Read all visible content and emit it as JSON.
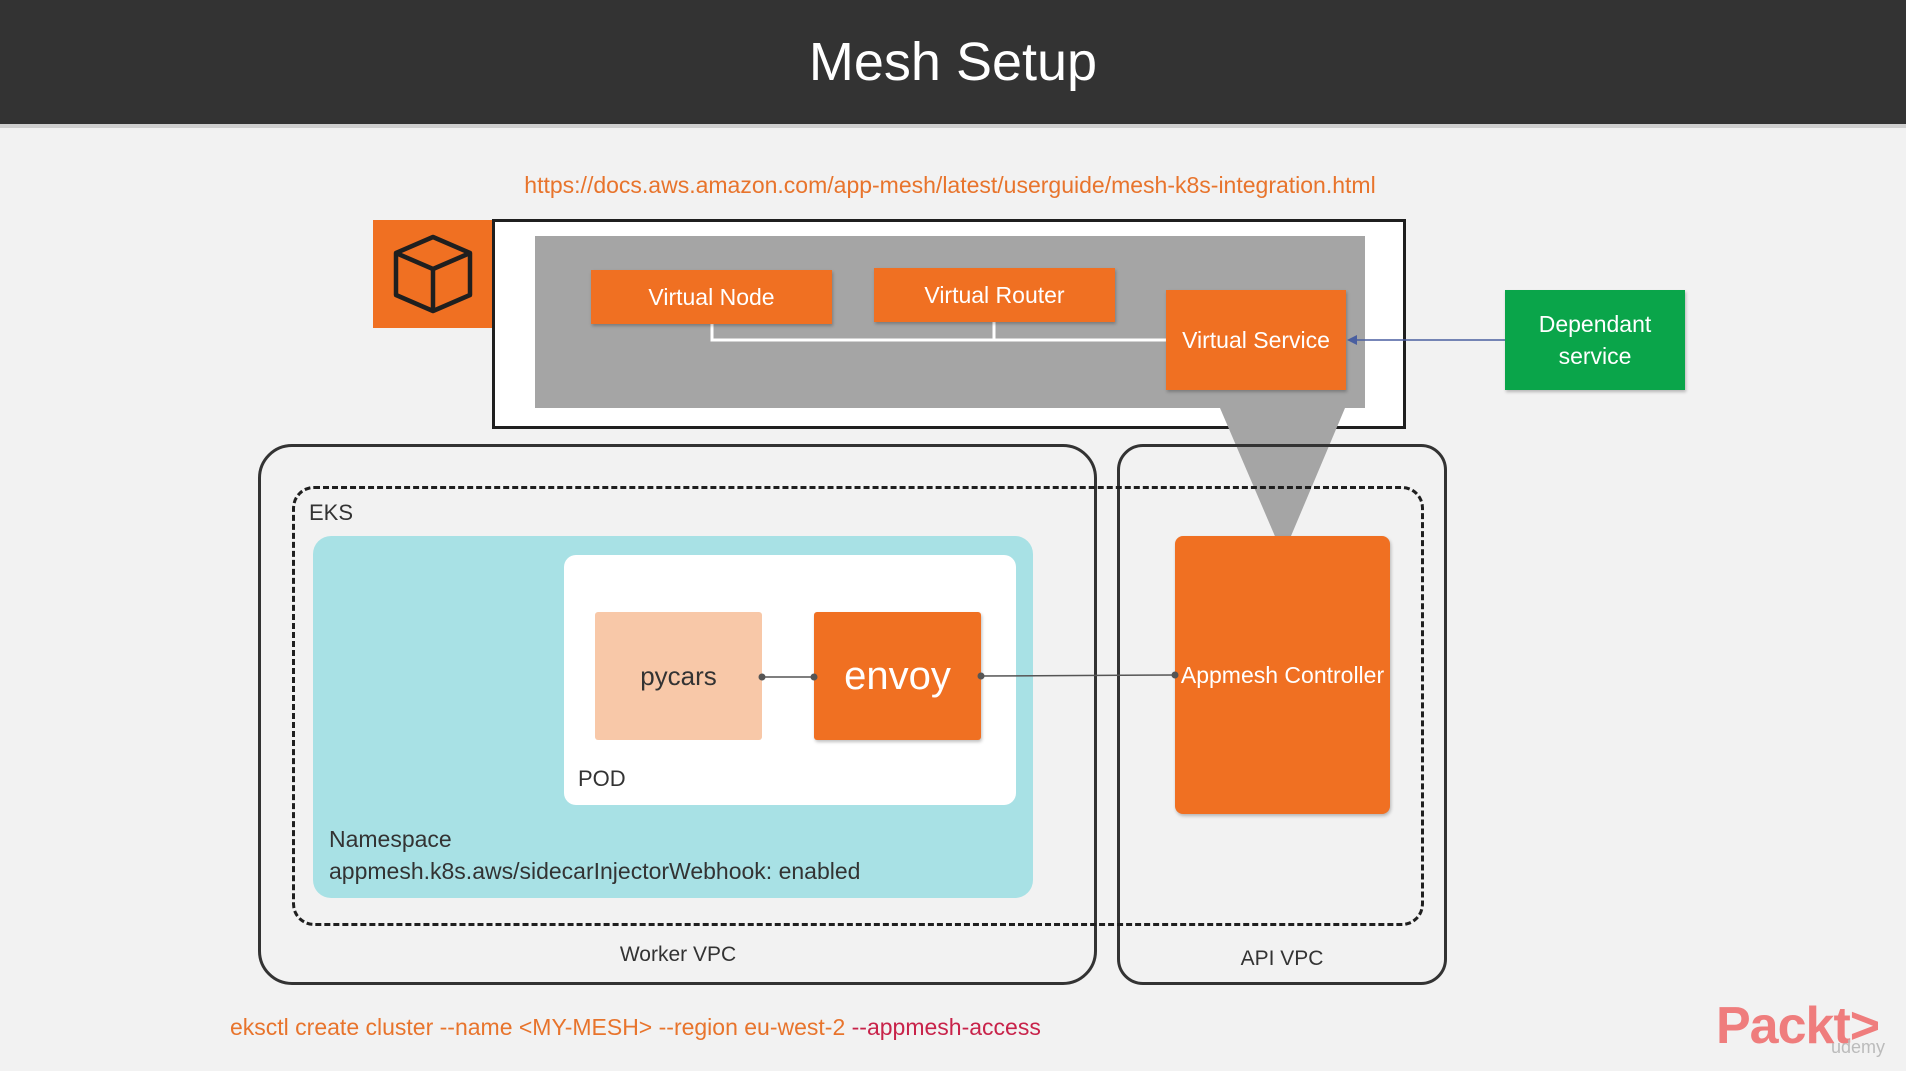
{
  "header": {
    "title": "Mesh Setup"
  },
  "doc_link": "https://docs.aws.amazon.com/app-mesh/latest/userguide/mesh-k8s-integration.html",
  "mesh": {
    "icon": "cube-icon",
    "virtual_node": "Virtual Node",
    "virtual_router": "Virtual Router",
    "virtual_service": "Virtual Service"
  },
  "dependant_service": "Dependant service",
  "eks": {
    "label": "EKS",
    "namespace_label": "Namespace",
    "namespace_annotation": "appmesh.k8s.aws/sidecarInjectorWebhook: enabled",
    "pod_label": "POD",
    "pycars": "pycars",
    "envoy": "envoy",
    "controller": "Appmesh Controller"
  },
  "worker_vpc_label": "Worker VPC",
  "api_vpc_label": "API VPC",
  "command": {
    "main": "eksctl create cluster --name <MY-MESH> --region eu-west-2 ",
    "flag": "--appmesh-access"
  },
  "branding": {
    "logo": "Packt>",
    "watermark": "udemy"
  },
  "colors": {
    "header": "#333333",
    "orange": "#f07022",
    "green": "#0aa54a",
    "teal": "#a8e1e5",
    "link": "#e8742c",
    "flag": "#c8234a"
  }
}
